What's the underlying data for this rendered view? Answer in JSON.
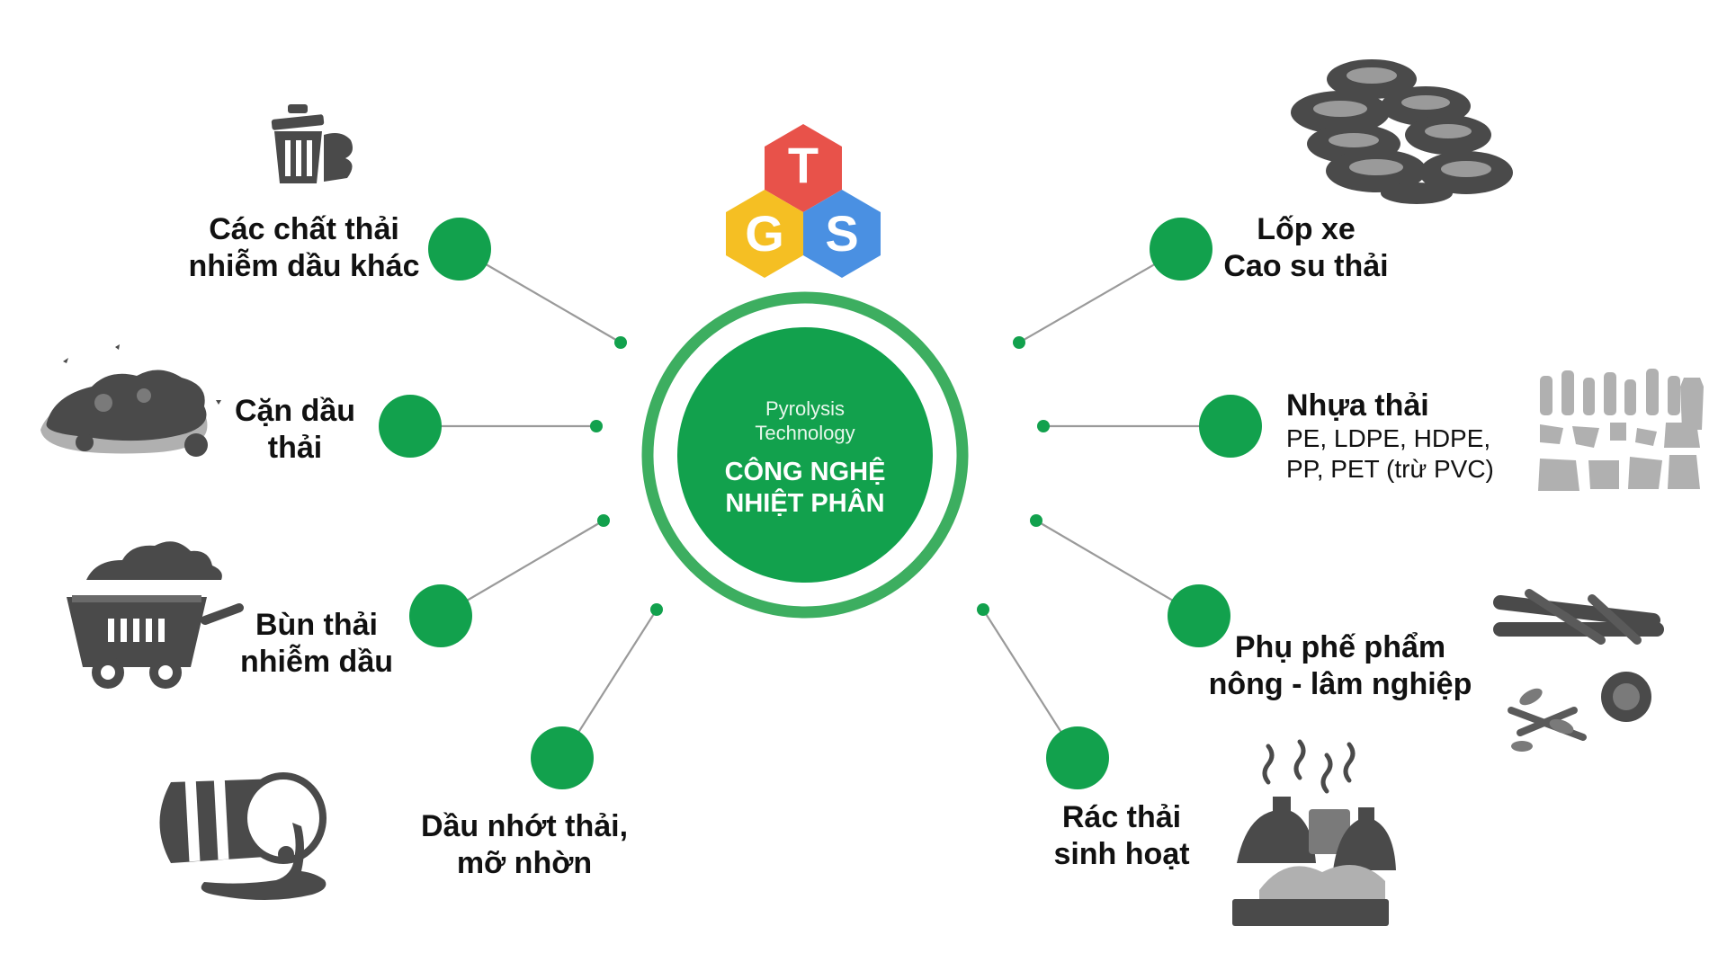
{
  "logo": {
    "letters": [
      "T",
      "G",
      "S"
    ],
    "colors": [
      "#e8524a",
      "#f5bf23",
      "#4a90e2"
    ]
  },
  "center": {
    "subtitle_line1": "Pyrolysis",
    "subtitle_line2": "Technology",
    "title_line1": "CÔNG NGHỆ",
    "title_line2": "NHIỆT PHÂN",
    "color": "#12a14d",
    "ring_color": "#3dae60"
  },
  "nodes": {
    "other_oily_waste": {
      "line1": "Các chất thải",
      "line2": "nhiễm dầu khác",
      "icon": "trash-bin-icon"
    },
    "oil_residue": {
      "line1": "Cặn dầu",
      "line2": "thải",
      "icon": "oil-sludge-icon"
    },
    "oily_sludge": {
      "line1": "Bùn thải",
      "line2": "nhiễm dầu",
      "icon": "mine-cart-icon"
    },
    "waste_oil": {
      "line1": "Dầu nhớt thải,",
      "line2": "mỡ nhờn",
      "icon": "oil-barrel-icon"
    },
    "tires": {
      "line1": "Lốp xe",
      "line2": "Cao su thải",
      "icon": "tire-pile-icon"
    },
    "plastic": {
      "line1": "Nhựa thải",
      "line2": "PE, LDPE, HDPE,",
      "line3": "PP, PET (trừ PVC)",
      "icon": "plastic-waste-icon"
    },
    "agri_forestry": {
      "line1": "Phụ phế phẩm",
      "line2": "nông - lâm nghiệp",
      "icon": "wood-branches-icon"
    },
    "household": {
      "line1": "Rác thải",
      "line2": "sinh hoạt",
      "icon": "garbage-pile-icon"
    }
  }
}
